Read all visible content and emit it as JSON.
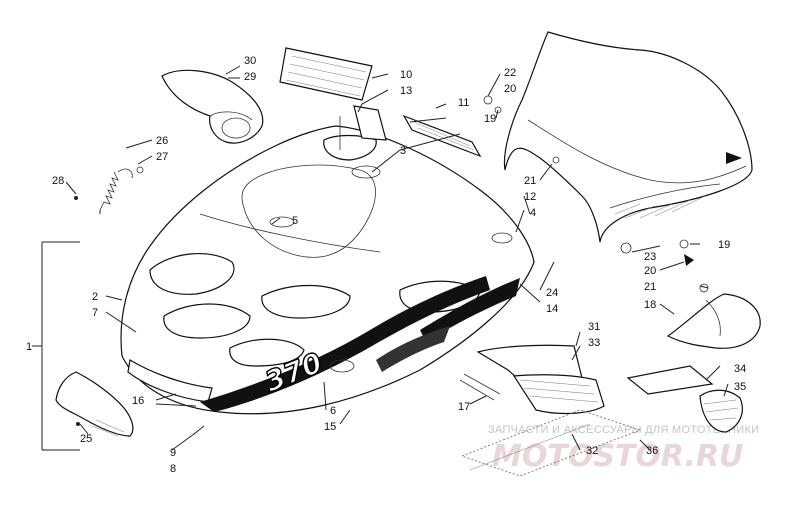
{
  "diagram": {
    "decal_text": "370",
    "callouts": {
      "c1": "1",
      "c2": "2",
      "c3": "3",
      "c4": "4",
      "c5": "5",
      "c6": "6",
      "c7": "7",
      "c8": "8",
      "c9": "9",
      "c10": "10",
      "c11": "11",
      "c12": "12",
      "c13": "13",
      "c14": "14",
      "c15": "15",
      "c16": "16",
      "c17": "17",
      "c18": "18",
      "c19a": "19",
      "c19b": "19",
      "c20a": "20",
      "c20b": "20",
      "c21a": "21",
      "c21b": "21",
      "c22": "22",
      "c23": "23",
      "c24": "24",
      "c25": "25",
      "c26": "26",
      "c27": "27",
      "c28": "28",
      "c29": "29",
      "c30": "30",
      "c31": "31",
      "c32": "32",
      "c33": "33",
      "c34": "34",
      "c35": "35",
      "c36": "36"
    }
  },
  "watermark": {
    "line1": "ЗАПЧАСТИ И АКСЕССУАРЫ ДЛЯ МОТОТЕХНИКИ",
    "line2": "MOTOSTOR.RU"
  }
}
